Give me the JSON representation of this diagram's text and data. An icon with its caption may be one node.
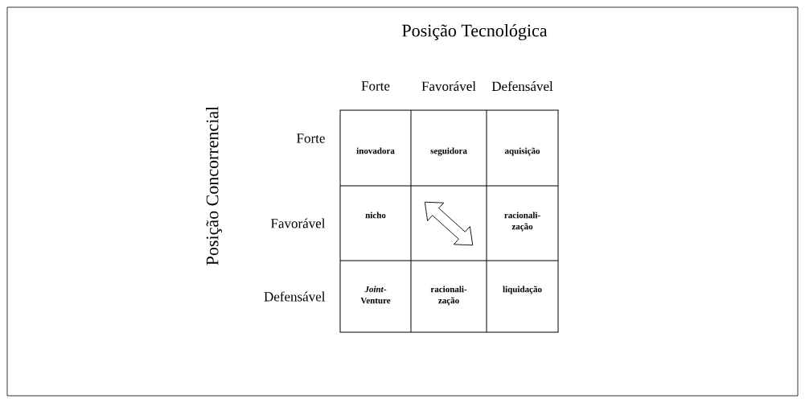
{
  "diagram": {
    "title": "Posição Tecnológica",
    "labels": [
      "Posição Concorrencial",
      "Forte",
      "Favorável",
      "Defensável",
      "Forte",
      "inovadora",
      "seguidora",
      "aquisição",
      "Favorável",
      "nicho",
      "racionali- zação",
      "Defensável",
      "*Joint*- Venture",
      "racionali- zação",
      "liquidação"
    ]
  }
}
